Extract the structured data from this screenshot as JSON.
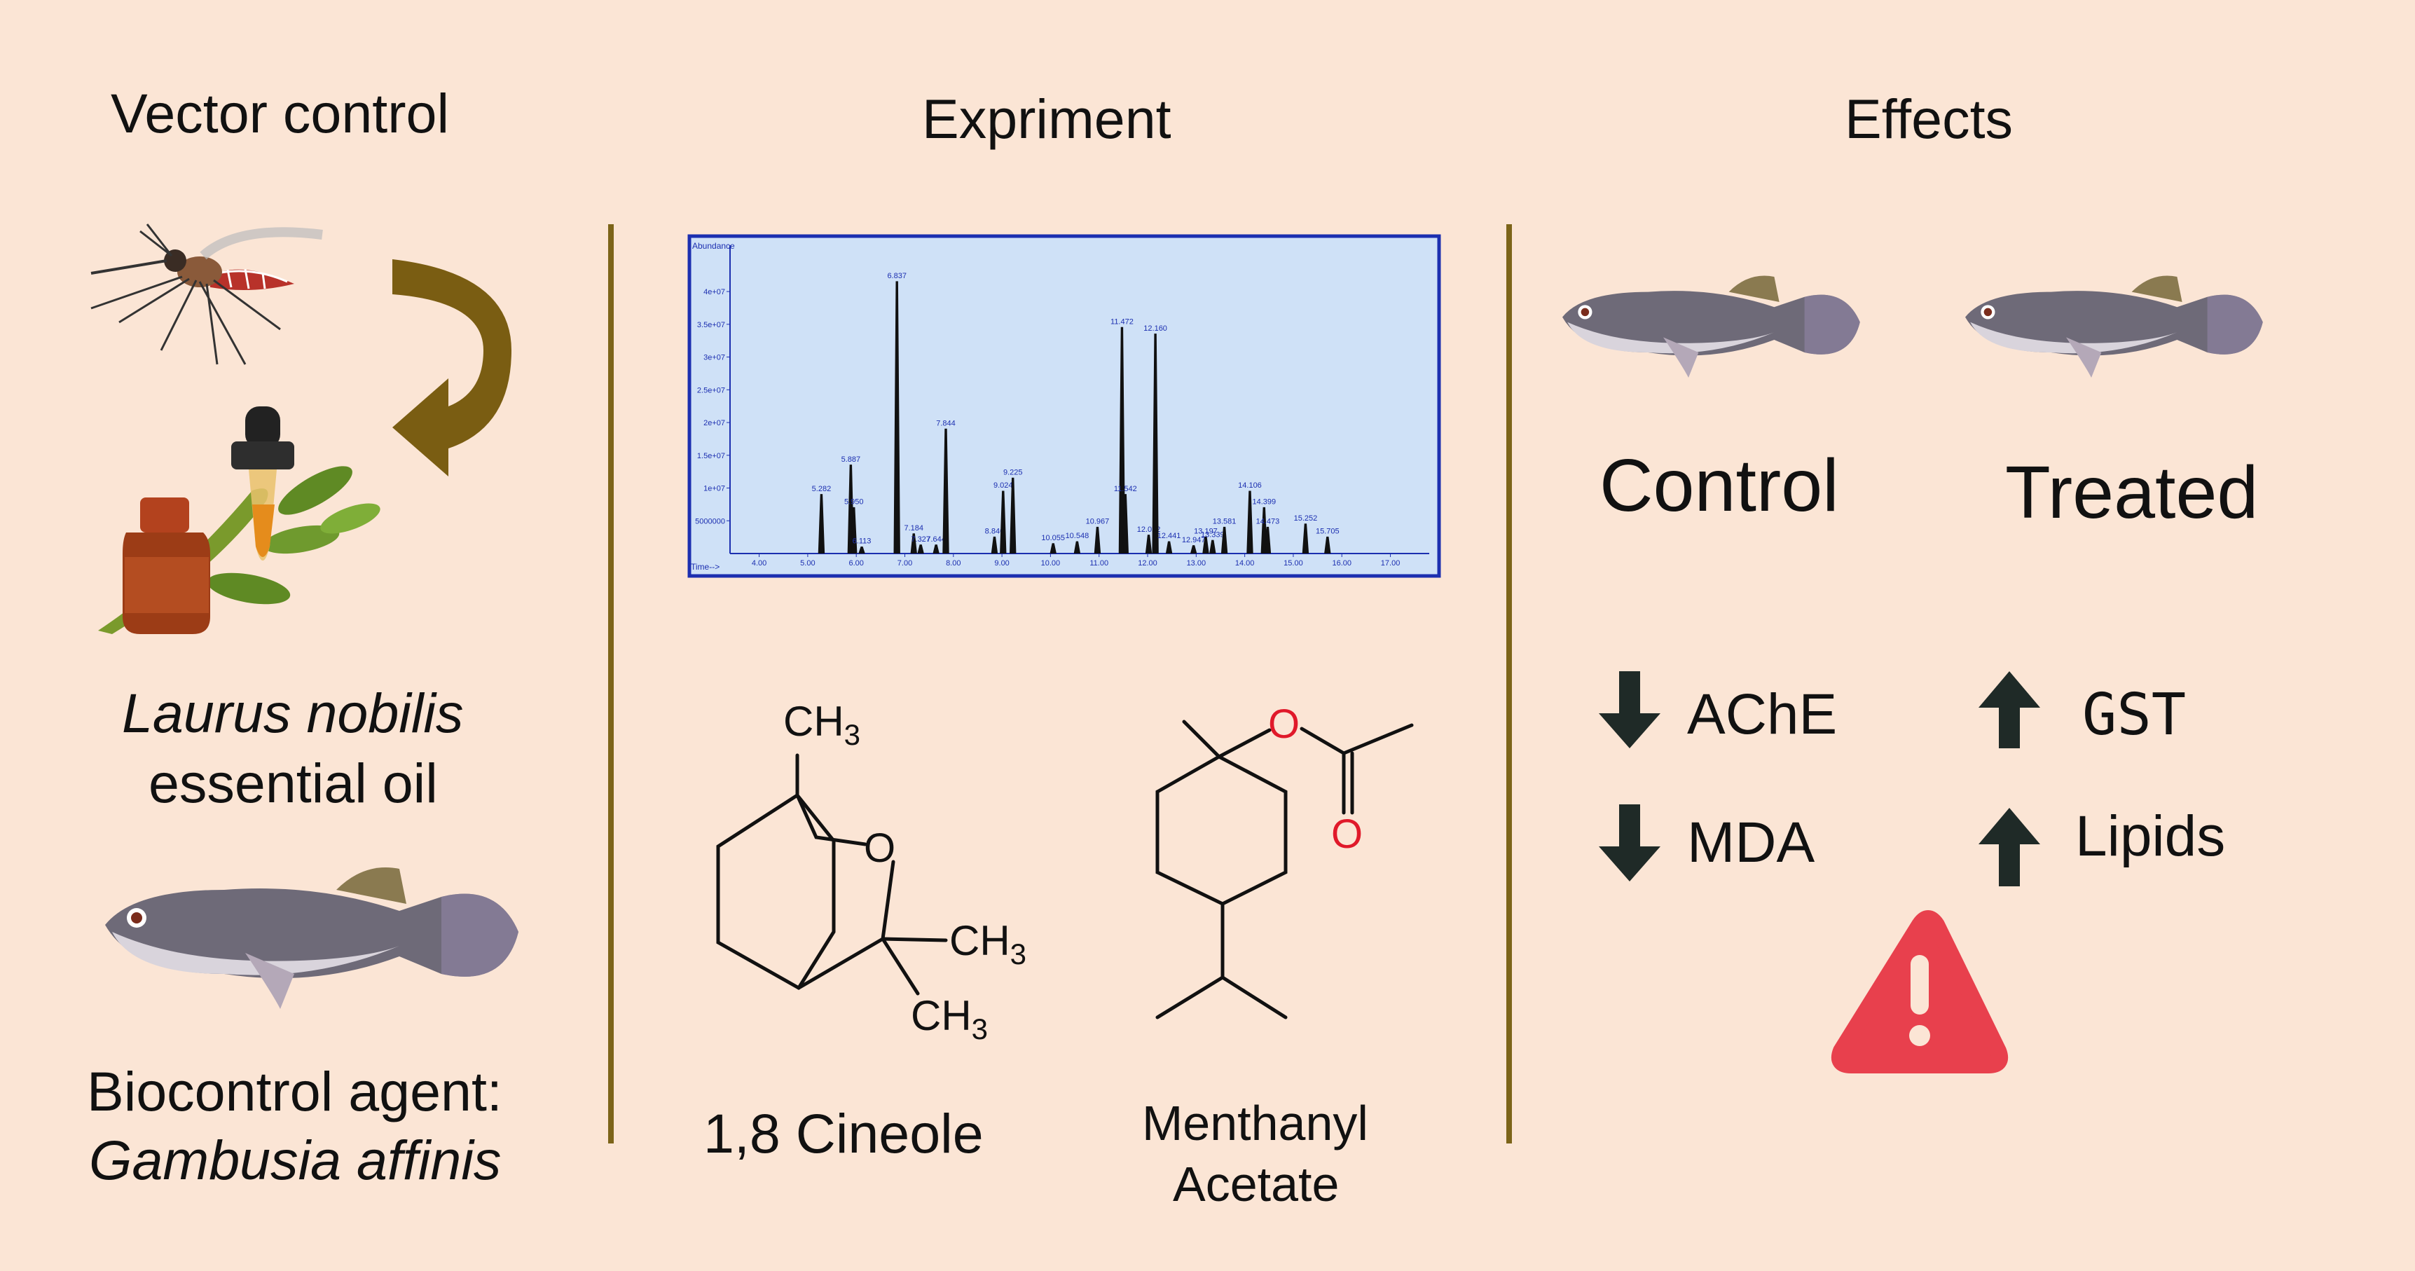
{
  "columns": {
    "left": {
      "title": "Vector control",
      "oil_species": "Laurus nobilis",
      "oil_label": "essential oil",
      "agent_label": "Biocontrol agent:",
      "agent_species": "Gambusia affinis"
    },
    "middle": {
      "title": "Expriment",
      "compound1": {
        "name": "1,8 Cineole",
        "ch3_a": "CH",
        "ch3_b": "CH",
        "ch3_c": "CH",
        "sub": "3",
        "oxygen": "O"
      },
      "compound2": {
        "name_line1": "Menthanyl",
        "name_line2": "Acetate",
        "oxygen": "O"
      }
    },
    "right": {
      "title": "Effects",
      "group_control": "Control",
      "group_treated": "Treated",
      "markers": [
        {
          "label": "AChE",
          "direction": "down"
        },
        {
          "label": "MDA",
          "direction": "down"
        },
        {
          "label": "GST",
          "direction": "up"
        },
        {
          "label": "Lipids",
          "direction": "up"
        }
      ],
      "warning_icon": "warning-triangle-icon"
    }
  },
  "colors": {
    "background": "#fbe5d5",
    "divider": "#7c6419",
    "arrow": "#7a5d12",
    "chromatogram_bg": "#cfe1f7",
    "chromatogram_frame": "#1c2fb0",
    "oxygen_red": "#e0192a",
    "warning_red": "#e8404d",
    "effect_arrow": "#1f2a27"
  },
  "chart_data": {
    "type": "line",
    "title": "",
    "ylabel": "Abundance",
    "xlabel": "Time-->",
    "xlim": [
      3.4,
      17.8
    ],
    "ylim": [
      0,
      46000000.0
    ],
    "x_ticks": [
      "4.00",
      "5.00",
      "6.00",
      "7.00",
      "8.00",
      "9.00",
      "10.00",
      "11.00",
      "12.00",
      "13.00",
      "14.00",
      "15.00",
      "16.00",
      "17.00"
    ],
    "y_ticks": [
      "5000000",
      "1e+07",
      "1.5e+07",
      "2e+07",
      "2.5e+07",
      "3e+07",
      "3.5e+07",
      "4e+07"
    ],
    "peaks": [
      {
        "rt": 5.282,
        "abundance": 9000000,
        "label": "5.282"
      },
      {
        "rt": 5.887,
        "abundance": 13500000,
        "label": "5.887"
      },
      {
        "rt": 5.95,
        "abundance": 7000000,
        "label": "5.950"
      },
      {
        "rt": 6.113,
        "abundance": 1000000,
        "label": "6.113"
      },
      {
        "rt": 6.837,
        "abundance": 41500000,
        "label": "6.837"
      },
      {
        "rt": 7.184,
        "abundance": 3000000,
        "label": "7.184"
      },
      {
        "rt": 7.327,
        "abundance": 1300000,
        "label": "7.327"
      },
      {
        "rt": 7.644,
        "abundance": 1300000,
        "label": "7.644"
      },
      {
        "rt": 7.844,
        "abundance": 19000000,
        "label": "7.844"
      },
      {
        "rt": 8.846,
        "abundance": 2500000,
        "label": "8.846"
      },
      {
        "rt": 9.024,
        "abundance": 9500000,
        "label": "9.024"
      },
      {
        "rt": 9.225,
        "abundance": 11500000,
        "label": "9.225"
      },
      {
        "rt": 10.055,
        "abundance": 1500000,
        "label": "10.055"
      },
      {
        "rt": 10.548,
        "abundance": 1800000,
        "label": "10.548"
      },
      {
        "rt": 10.967,
        "abundance": 4000000,
        "label": "10.967"
      },
      {
        "rt": 11.472,
        "abundance": 34500000,
        "label": "11.472"
      },
      {
        "rt": 11.542,
        "abundance": 9000000,
        "label": "11.542"
      },
      {
        "rt": 12.022,
        "abundance": 2800000,
        "label": "12.022"
      },
      {
        "rt": 12.16,
        "abundance": 33500000,
        "label": "12.160"
      },
      {
        "rt": 12.441,
        "abundance": 1800000,
        "label": "12.441"
      },
      {
        "rt": 12.947,
        "abundance": 1200000,
        "label": "12.947"
      },
      {
        "rt": 13.197,
        "abundance": 2500000,
        "label": "13.197"
      },
      {
        "rt": 13.339,
        "abundance": 2000000,
        "label": "13.339"
      },
      {
        "rt": 13.581,
        "abundance": 4000000,
        "label": "13.581"
      },
      {
        "rt": 14.106,
        "abundance": 9500000,
        "label": "14.106"
      },
      {
        "rt": 14.399,
        "abundance": 7000000,
        "label": "14.399"
      },
      {
        "rt": 14.473,
        "abundance": 4000000,
        "label": "14.473"
      },
      {
        "rt": 15.252,
        "abundance": 4500000,
        "label": "15.252"
      },
      {
        "rt": 15.705,
        "abundance": 2500000,
        "label": "15.705"
      }
    ]
  }
}
